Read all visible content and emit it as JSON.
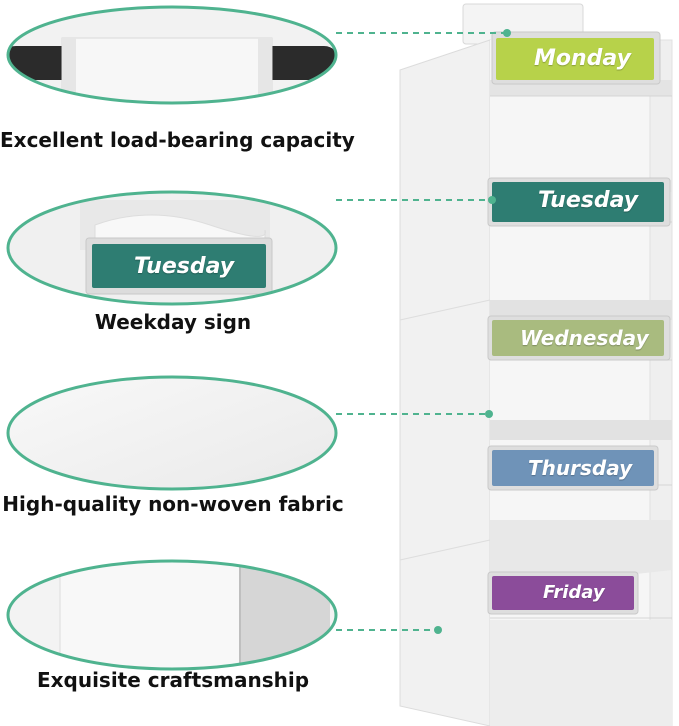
{
  "features": [
    {
      "caption": "Excellent load-bearing capacity"
    },
    {
      "caption": "Weekday sign"
    },
    {
      "caption": "High-quality non-woven fabric"
    },
    {
      "caption": "Exquisite craftsmanship"
    }
  ],
  "shelf_labels": [
    {
      "text": "Monday",
      "color": "#b7d24a"
    },
    {
      "text": "Tuesday",
      "color": "#2e7d72"
    },
    {
      "text": "Wednesday",
      "color": "#a9bb7f"
    },
    {
      "text": "Thursday",
      "color": "#6f93b8"
    },
    {
      "text": "Friday",
      "color": "#8b4c9a"
    }
  ],
  "inset_label": {
    "text": "Tuesday",
    "color": "#2e7d72"
  },
  "accent_color": "#4fb38f"
}
